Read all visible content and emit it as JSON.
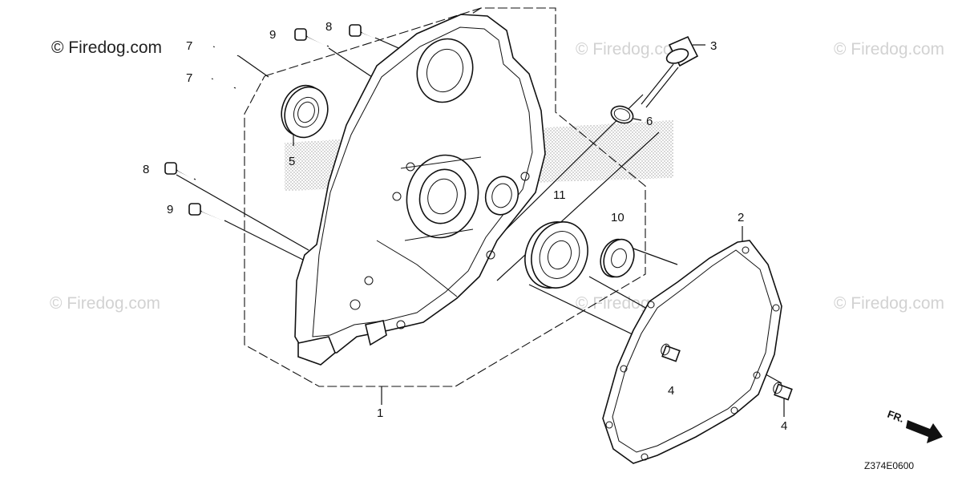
{
  "watermark": {
    "main_text": "© Firedog.com",
    "repeat_text": "© Firedog.com"
  },
  "diagram_code": "Z374E0600",
  "front_indicator": "FR.",
  "callouts": {
    "c1": "1",
    "c2": "2",
    "c3": "3",
    "c4a": "4",
    "c4b": "4",
    "c5": "5",
    "c6": "6",
    "c7a": "7",
    "c7b": "7",
    "c8a": "8",
    "c8b": "8",
    "c9a": "9",
    "c9b": "9",
    "c10": "10",
    "c11": "11"
  },
  "colors": {
    "line": "#111111",
    "watermark": "#d2d2d2",
    "background": "#ffffff"
  }
}
